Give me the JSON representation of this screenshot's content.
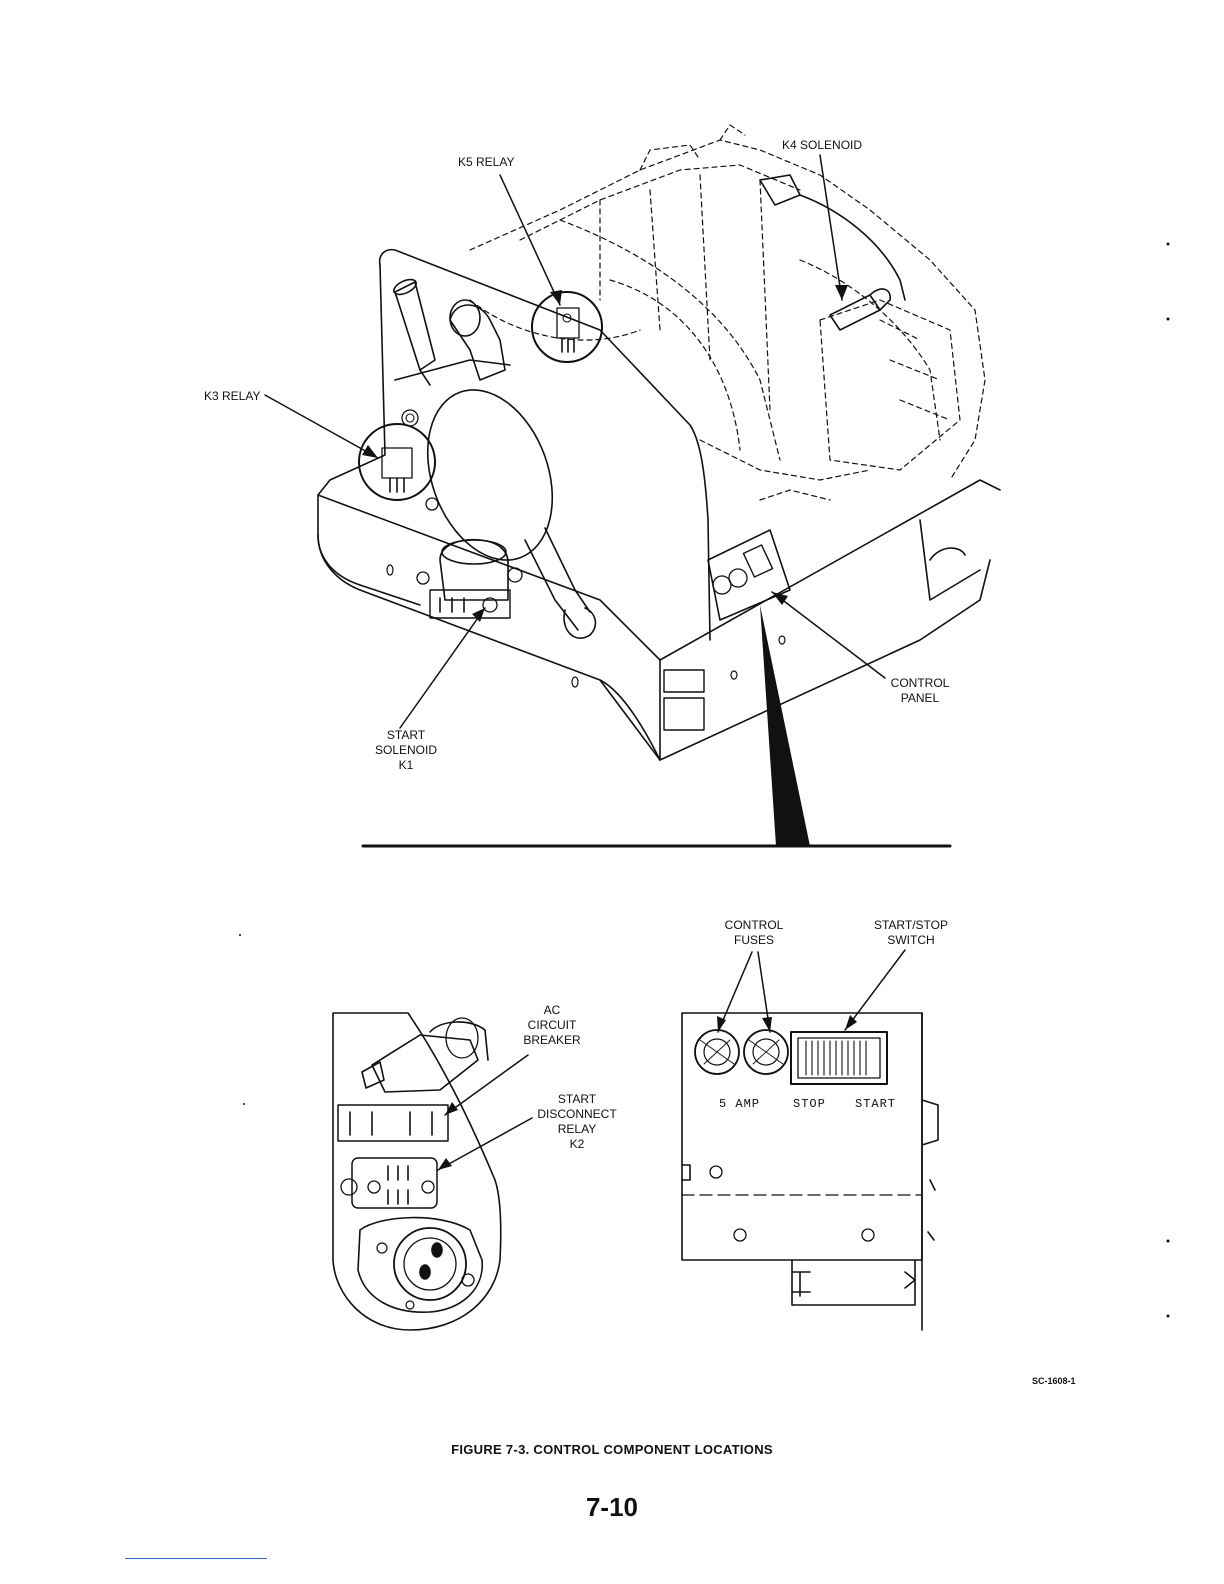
{
  "callouts": {
    "k5_relay": "K5 RELAY",
    "k4_solenoid": "K4 SOLENOID",
    "k3_relay": "K3 RELAY",
    "control_panel": [
      "CONTROL",
      "PANEL"
    ],
    "start_solenoid": [
      "START",
      "SOLENOID",
      "K1"
    ],
    "ac_circuit_breaker": [
      "AC",
      "CIRCUIT",
      "BREAKER"
    ],
    "start_disconnect_relay": [
      "START",
      "DISCONNECT",
      "RELAY",
      "K2"
    ],
    "control_fuses": [
      "CONTROL",
      "FUSES"
    ],
    "start_stop_switch": [
      "START/STOP",
      "SWITCH"
    ]
  },
  "panel_markings": {
    "fuse_rating": "5 AMP",
    "stop": "STOP",
    "start": "START"
  },
  "figure": {
    "caption": "FIGURE 7-3.   CONTROL COMPONENT LOCATIONS",
    "reference_code": "SC-1608-1",
    "page_number": "7-10"
  }
}
